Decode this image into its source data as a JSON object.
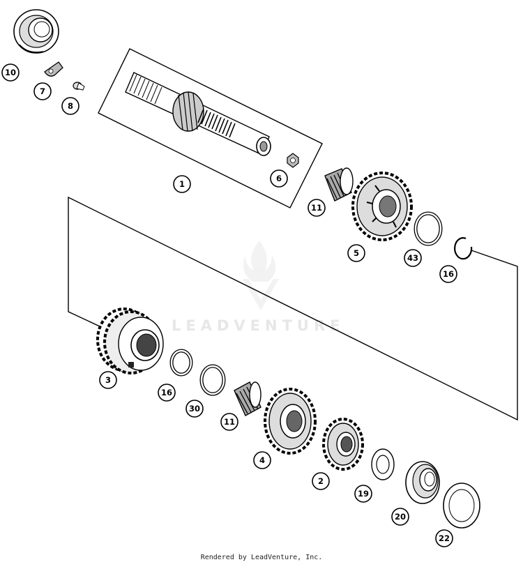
{
  "watermark": {
    "brand": "LEADVENTURE"
  },
  "footer": {
    "credit": "Rendered by LeadVenture, Inc."
  },
  "callouts": [
    {
      "id": "c10a",
      "text": "10"
    },
    {
      "id": "c7",
      "text": "7"
    },
    {
      "id": "c8",
      "text": "8"
    },
    {
      "id": "c1",
      "text": "1"
    },
    {
      "id": "c6",
      "text": "6"
    },
    {
      "id": "c11a",
      "text": "11"
    },
    {
      "id": "c5",
      "text": "5"
    },
    {
      "id": "c43",
      "text": "43"
    },
    {
      "id": "c16a",
      "text": "16"
    },
    {
      "id": "c3",
      "text": "3"
    },
    {
      "id": "c16b",
      "text": "16"
    },
    {
      "id": "c30",
      "text": "30"
    },
    {
      "id": "c11b",
      "text": "11"
    },
    {
      "id": "c4",
      "text": "4"
    },
    {
      "id": "c2",
      "text": "2"
    },
    {
      "id": "c19",
      "text": "19"
    },
    {
      "id": "c20",
      "text": "20"
    },
    {
      "id": "c22",
      "text": "22"
    }
  ],
  "icons": [
    "bearing",
    "lock-plate",
    "screw",
    "main-shaft",
    "nut",
    "needle-bearing",
    "gear",
    "spacer-ring",
    "circlip",
    "washer"
  ]
}
